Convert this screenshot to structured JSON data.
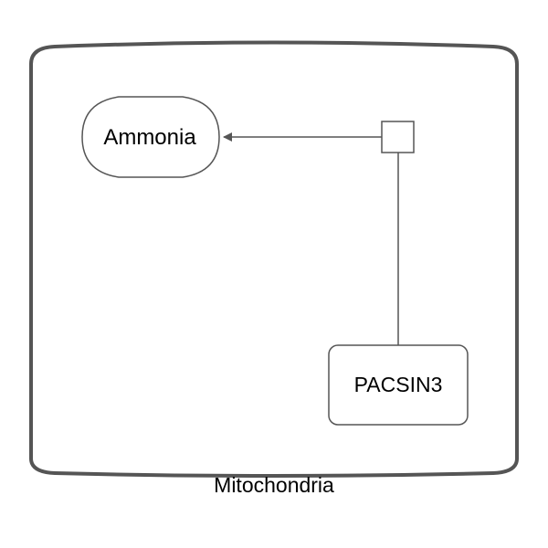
{
  "compartment": {
    "label": "Mitochondria"
  },
  "nodes": {
    "ammonia": {
      "label": "Ammonia"
    },
    "pacsin3": {
      "label": "PACSIN3"
    }
  },
  "colors": {
    "stroke": "#555555",
    "background": "#ffffff",
    "text": "#000000"
  }
}
